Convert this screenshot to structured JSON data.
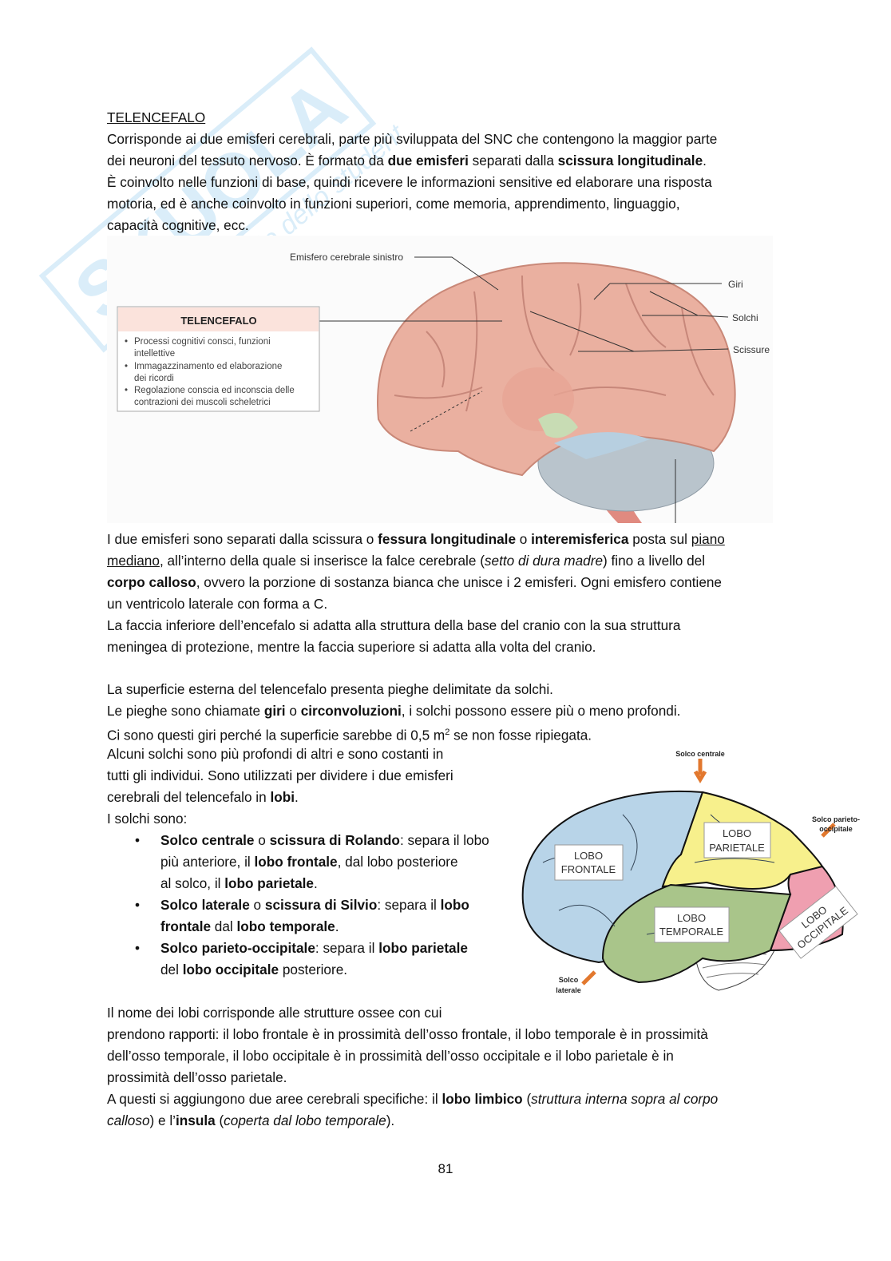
{
  "watermark": {
    "brand": "Skuola.net",
    "tagline": "il portale dello studente"
  },
  "p1": [
    [
      [
        "TELENCEFALO",
        "u"
      ]
    ],
    [
      [
        "Corrisponde ai due emisferi cerebrali, parte più sviluppata del SNC che contengono la maggior parte",
        ""
      ]
    ],
    [
      [
        "dei neuroni del tessuto nervoso. È formato da ",
        ""
      ],
      [
        "due emisferi",
        "b"
      ],
      [
        " separati dalla ",
        ""
      ],
      [
        "scissura longitudinale",
        "b"
      ],
      [
        ".",
        ""
      ]
    ],
    [
      [
        "È coinvolto nelle funzioni di base, quindi ricevere le informazioni sensitive ed elaborare una risposta",
        ""
      ]
    ],
    [
      [
        "motoria, ed è anche coinvolto in funzioni superiori, come memoria, apprendimento, linguaggio,",
        ""
      ]
    ],
    [
      [
        "capacità cognitive, ecc.",
        ""
      ]
    ]
  ],
  "figure1": {
    "labels": {
      "hemisphere": "Emisfero cerebrale sinistro",
      "giri": "Giri",
      "solchi": "Solchi",
      "scissure": "Scissure"
    },
    "box": {
      "title": "TELENCEFALO",
      "items": [
        [
          "Processi cognitivi consci, funzioni",
          "intellettive"
        ],
        [
          "Immagazzinamento ed elaborazione",
          "dei ricordi"
        ],
        [
          "Regolazione conscia ed inconscia delle",
          "contrazioni dei muscoli scheletrici"
        ]
      ]
    },
    "colors": {
      "cortex": "#eab0a0",
      "box_header": "#fbe3dc",
      "cerebellum": "#b9c4cc"
    }
  },
  "p2": [
    [
      [
        "I due emisferi sono separati dalla scissura o ",
        ""
      ],
      [
        "fessura longitudinale",
        "b"
      ],
      [
        " o ",
        ""
      ],
      [
        "interemisferica",
        "b"
      ],
      [
        " posta sul ",
        ""
      ],
      [
        "piano",
        "u"
      ]
    ],
    [
      [
        "mediano",
        "u"
      ],
      [
        ", all’interno della quale si inserisce la falce cerebrale (",
        ""
      ],
      [
        "setto di dura madre",
        "i"
      ],
      [
        ") fino a livello del",
        ""
      ]
    ],
    [
      [
        "corpo calloso",
        "b"
      ],
      [
        ", ovvero la porzione di sostanza bianca che unisce i 2 emisferi. Ogni emisfero contiene",
        ""
      ]
    ],
    [
      [
        "un ventricolo laterale con forma a C.",
        ""
      ]
    ],
    [
      [
        "La faccia inferiore dell’encefalo si adatta alla struttura della base del cranio con la sua struttura",
        ""
      ]
    ],
    [
      [
        "meningea di protezione, mentre la faccia superiore si adatta alla volta del cranio.",
        ""
      ]
    ]
  ],
  "p3": [
    [
      [
        "La superficie esterna del telencefalo presenta pieghe delimitate da solchi.",
        ""
      ]
    ],
    [
      [
        "Le pieghe sono chiamate ",
        ""
      ],
      [
        "giri",
        "b"
      ],
      [
        " o ",
        ""
      ],
      [
        "circonvoluzioni",
        "b"
      ],
      [
        ", i solchi possono essere più o meno profondi.",
        ""
      ]
    ],
    [
      [
        "Ci sono questi giri perché la superficie sarebbe di 0,5 m",
        ""
      ],
      [
        "2",
        "sup"
      ],
      [
        " se non fosse ripiegata.",
        ""
      ]
    ]
  ],
  "p4": [
    [
      [
        "Alcuni solchi sono più profondi di altri e sono costanti in",
        ""
      ]
    ],
    [
      [
        "tutti gli individui. Sono utilizzati per dividere i due emisferi",
        ""
      ]
    ],
    [
      [
        "cerebrali del telencefalo in ",
        ""
      ],
      [
        "lobi",
        "b"
      ],
      [
        ".",
        ""
      ]
    ],
    [
      [
        "I solchi sono:",
        ""
      ]
    ]
  ],
  "bullets": [
    [
      [
        [
          "Solco centrale",
          "b"
        ],
        [
          " o ",
          ""
        ],
        [
          "scissura di Rolando",
          "b"
        ],
        [
          ": separa il lobo",
          ""
        ]
      ],
      [
        [
          "più anteriore, il ",
          ""
        ],
        [
          "lobo frontale",
          "b"
        ],
        [
          ", dal lobo posteriore",
          ""
        ]
      ],
      [
        [
          "al solco, il ",
          ""
        ],
        [
          "lobo parietale",
          "b"
        ],
        [
          ".",
          ""
        ]
      ]
    ],
    [
      [
        [
          "Solco laterale",
          "b"
        ],
        [
          " o ",
          ""
        ],
        [
          "scissura di Silvio",
          "b"
        ],
        [
          ": separa il ",
          ""
        ],
        [
          "lobo",
          "b"
        ]
      ],
      [
        [
          "frontale",
          "b"
        ],
        [
          " dal ",
          ""
        ],
        [
          "lobo temporale",
          "b"
        ],
        [
          ".",
          ""
        ]
      ]
    ],
    [
      [
        [
          "Solco parieto-occipitale",
          "b"
        ],
        [
          ": separa il ",
          ""
        ],
        [
          "lobo parietale",
          "b"
        ]
      ],
      [
        [
          "del ",
          ""
        ],
        [
          "lobo occipitale",
          "b"
        ],
        [
          " posteriore.",
          ""
        ]
      ]
    ]
  ],
  "figure2": {
    "arrows": {
      "central": "Solco centrale",
      "parieto_occipital_1": "Solco parieto-",
      "parieto_occipital_2": "occipitale",
      "lateral_1": "Solco",
      "lateral_2": "laterale"
    },
    "lobes": {
      "frontal": [
        "LOBO",
        "FRONTALE"
      ],
      "parietal": [
        "LOBO",
        "PARIETALE"
      ],
      "temporal": [
        "LOBO",
        "TEMPORALE"
      ],
      "occipital": [
        "LOBO",
        "OCCIPITALE"
      ]
    },
    "colors": {
      "frontal": "#b8d4e8",
      "parietal": "#f7f08c",
      "temporal": "#a9c58a",
      "occipital": "#ef9fb0",
      "arrow": "#e2782e"
    }
  },
  "p5": [
    [
      [
        "Il nome dei lobi corrisponde alle strutture ossee con cui",
        ""
      ]
    ],
    [
      [
        "prendono rapporti: il lobo frontale è in prossimità dell’osso frontale, il lobo temporale è in prossimità",
        ""
      ]
    ],
    [
      [
        "dell’osso temporale, il lobo occipitale è in prossimità dell’osso occipitale e il lobo parietale è in",
        ""
      ]
    ],
    [
      [
        "prossimità dell’osso parietale.",
        ""
      ]
    ],
    [
      [
        "A questi si aggiungono due aree cerebrali specifiche: il ",
        ""
      ],
      [
        "lobo limbico",
        "b"
      ],
      [
        " (",
        ""
      ],
      [
        "struttura interna sopra al corpo",
        "i"
      ]
    ],
    [
      [
        "calloso",
        "i"
      ],
      [
        ") e l’",
        ""
      ],
      [
        "insula",
        "b"
      ],
      [
        " (",
        ""
      ],
      [
        "coperta dal lobo temporale",
        "i"
      ],
      [
        ").",
        ""
      ]
    ]
  ],
  "page_number": "81"
}
